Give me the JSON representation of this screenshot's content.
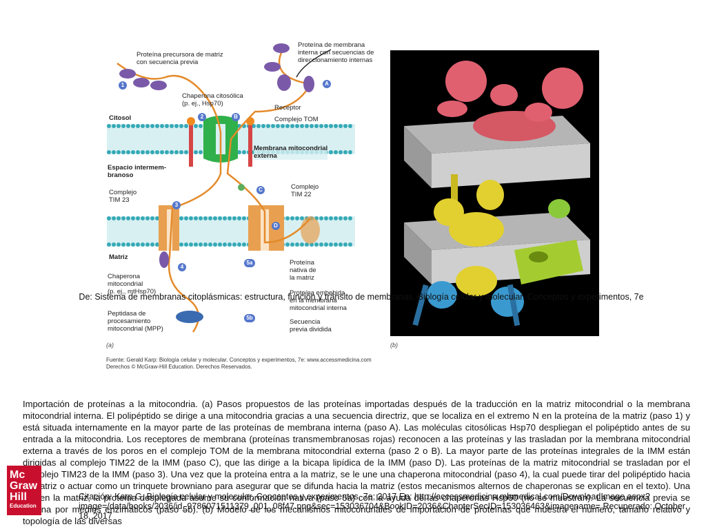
{
  "panel_a": {
    "labels": {
      "precursor": "Proteína precursora de matriz\ncon secuencia previa",
      "membrane_protein": "Proteína de membrana\ninterna con secuencias de\ndireccionamiento internas",
      "chaperone": "Chaperona citosólica\n(p. ej., Hsp70)",
      "receptor": "Receptor",
      "tom": "Complejo TOM",
      "cytosol": "Citosol",
      "outer_membrane": "Membrana mitocondrial\nexterna",
      "intermembrane": "Espacio intermem-\nbranoso",
      "tim23": "Complejo\nTIM 23",
      "tim22": "Complejo\nTIM 22",
      "matrix": "Matriz",
      "mito_chaperone": "Chaperona\nmitocondrial\n(p. ej., mtHsp70)",
      "native_protein": "Proteína\nnativa de\nla matriz",
      "embedded_protein": "Proteína embebida\nen la membrana\nmitocondrial interna",
      "mpp": "Peptidasa de\nprocesamiento\nmitocondrial (MPP)",
      "split_sequence": "Secuencia\nprevia dividida"
    },
    "steps": [
      "1",
      "2",
      "3",
      "4",
      "5a",
      "5b",
      "A",
      "B",
      "C",
      "D"
    ],
    "panel_letter": "(a)"
  },
  "panel_b": {
    "panel_letter": "(b)"
  },
  "source_text": "Fuente: Gerald Karp: Biología celular y molecular. Conceptos y experimentos, 7e: www.accessmedicina.com\nDerechos © McGraw-Hill Education. Derechos Reservados.",
  "citation_top": "De: Sistema de membranas citoplásmicas: estructura, función y tránsito de membranas, Biología celular y molecular. Conceptos y experimentos, 7e",
  "citation_bottom": "Citación: Karp G. Biología celular y molecular. Conceptos y experimentos, 7e; 2017 En: http://accessmedicina.mhmedical.com/DownloadImage.aspx?image=/data/books/2036/id_9786071511379_001_08f47.png&sec=153036704&BookID=2036&ChapterSecID=153036463&imagename= Recuperado: October 18, 2017",
  "caption": "Importación de proteínas a la mitocondria. (a) Pasos propuestos de las proteínas importadas después de la traducción en la matriz mitocondrial o la membrana mitocondrial interna. El polipéptido se dirige a una mitocondria gracias a una secuencia directriz, que se localiza en el extremo N en la proteína de la matriz (paso 1) y está situada internamente en la mayor parte de las proteínas de membrana interna (paso A). Las moléculas citosólicas Hsp70 despliegan el polipéptido antes de su entrada a la mitocondria. Los receptores de membrana (proteínas transmembranosas rojas) reconocen a las proteínas y las trasladan por la membrana mitocondrial externa a través de los poros en el complejo TOM de la membrana mitocondrial externa (paso 2 o B). La mayor parte de las proteínas integrales de la IMM están dirigidas al complejo TIM22 de la IMM (paso C), que las dirige a la bicapa lipídica de la IMM (paso D). Las proteínas de la matriz mitocondrial se trasladan por el complejo TIM23 de la IMM (paso 3). Una vez que la proteína entra a la matriz, se le une una chaperona mitocondrial (paso 4), la cual puede tirar del polipéptido hacia la matriz o actuar como un trinquete browniano para asegurar que se difunda hacia la matriz (estos mecanismos alternos de chaperonas se explican en el texto). Una vez en la matriz, la proteína desplegada asume su conformación nativa (paso 5a) con la ayuda de las chaperonas Hsp60 (no se muestran). La secuencia previa se elimina por medios enzimáticos (paso 5b). (b) Modelo de los mecanismos mitocondriales de importación de proteínas que muestra el número, tamaño relativo y topología de las diversas",
  "logo": {
    "line1": "Mc",
    "line2": "Graw",
    "line3": "Hill",
    "line4": "Education"
  },
  "colors": {
    "membrane_teal": "#36a9b6",
    "tom_green": "#2fb04a",
    "tim_orange": "#e8a050",
    "logo_red": "#c8102e",
    "chaperone_purple": "#7a5aa8"
  }
}
